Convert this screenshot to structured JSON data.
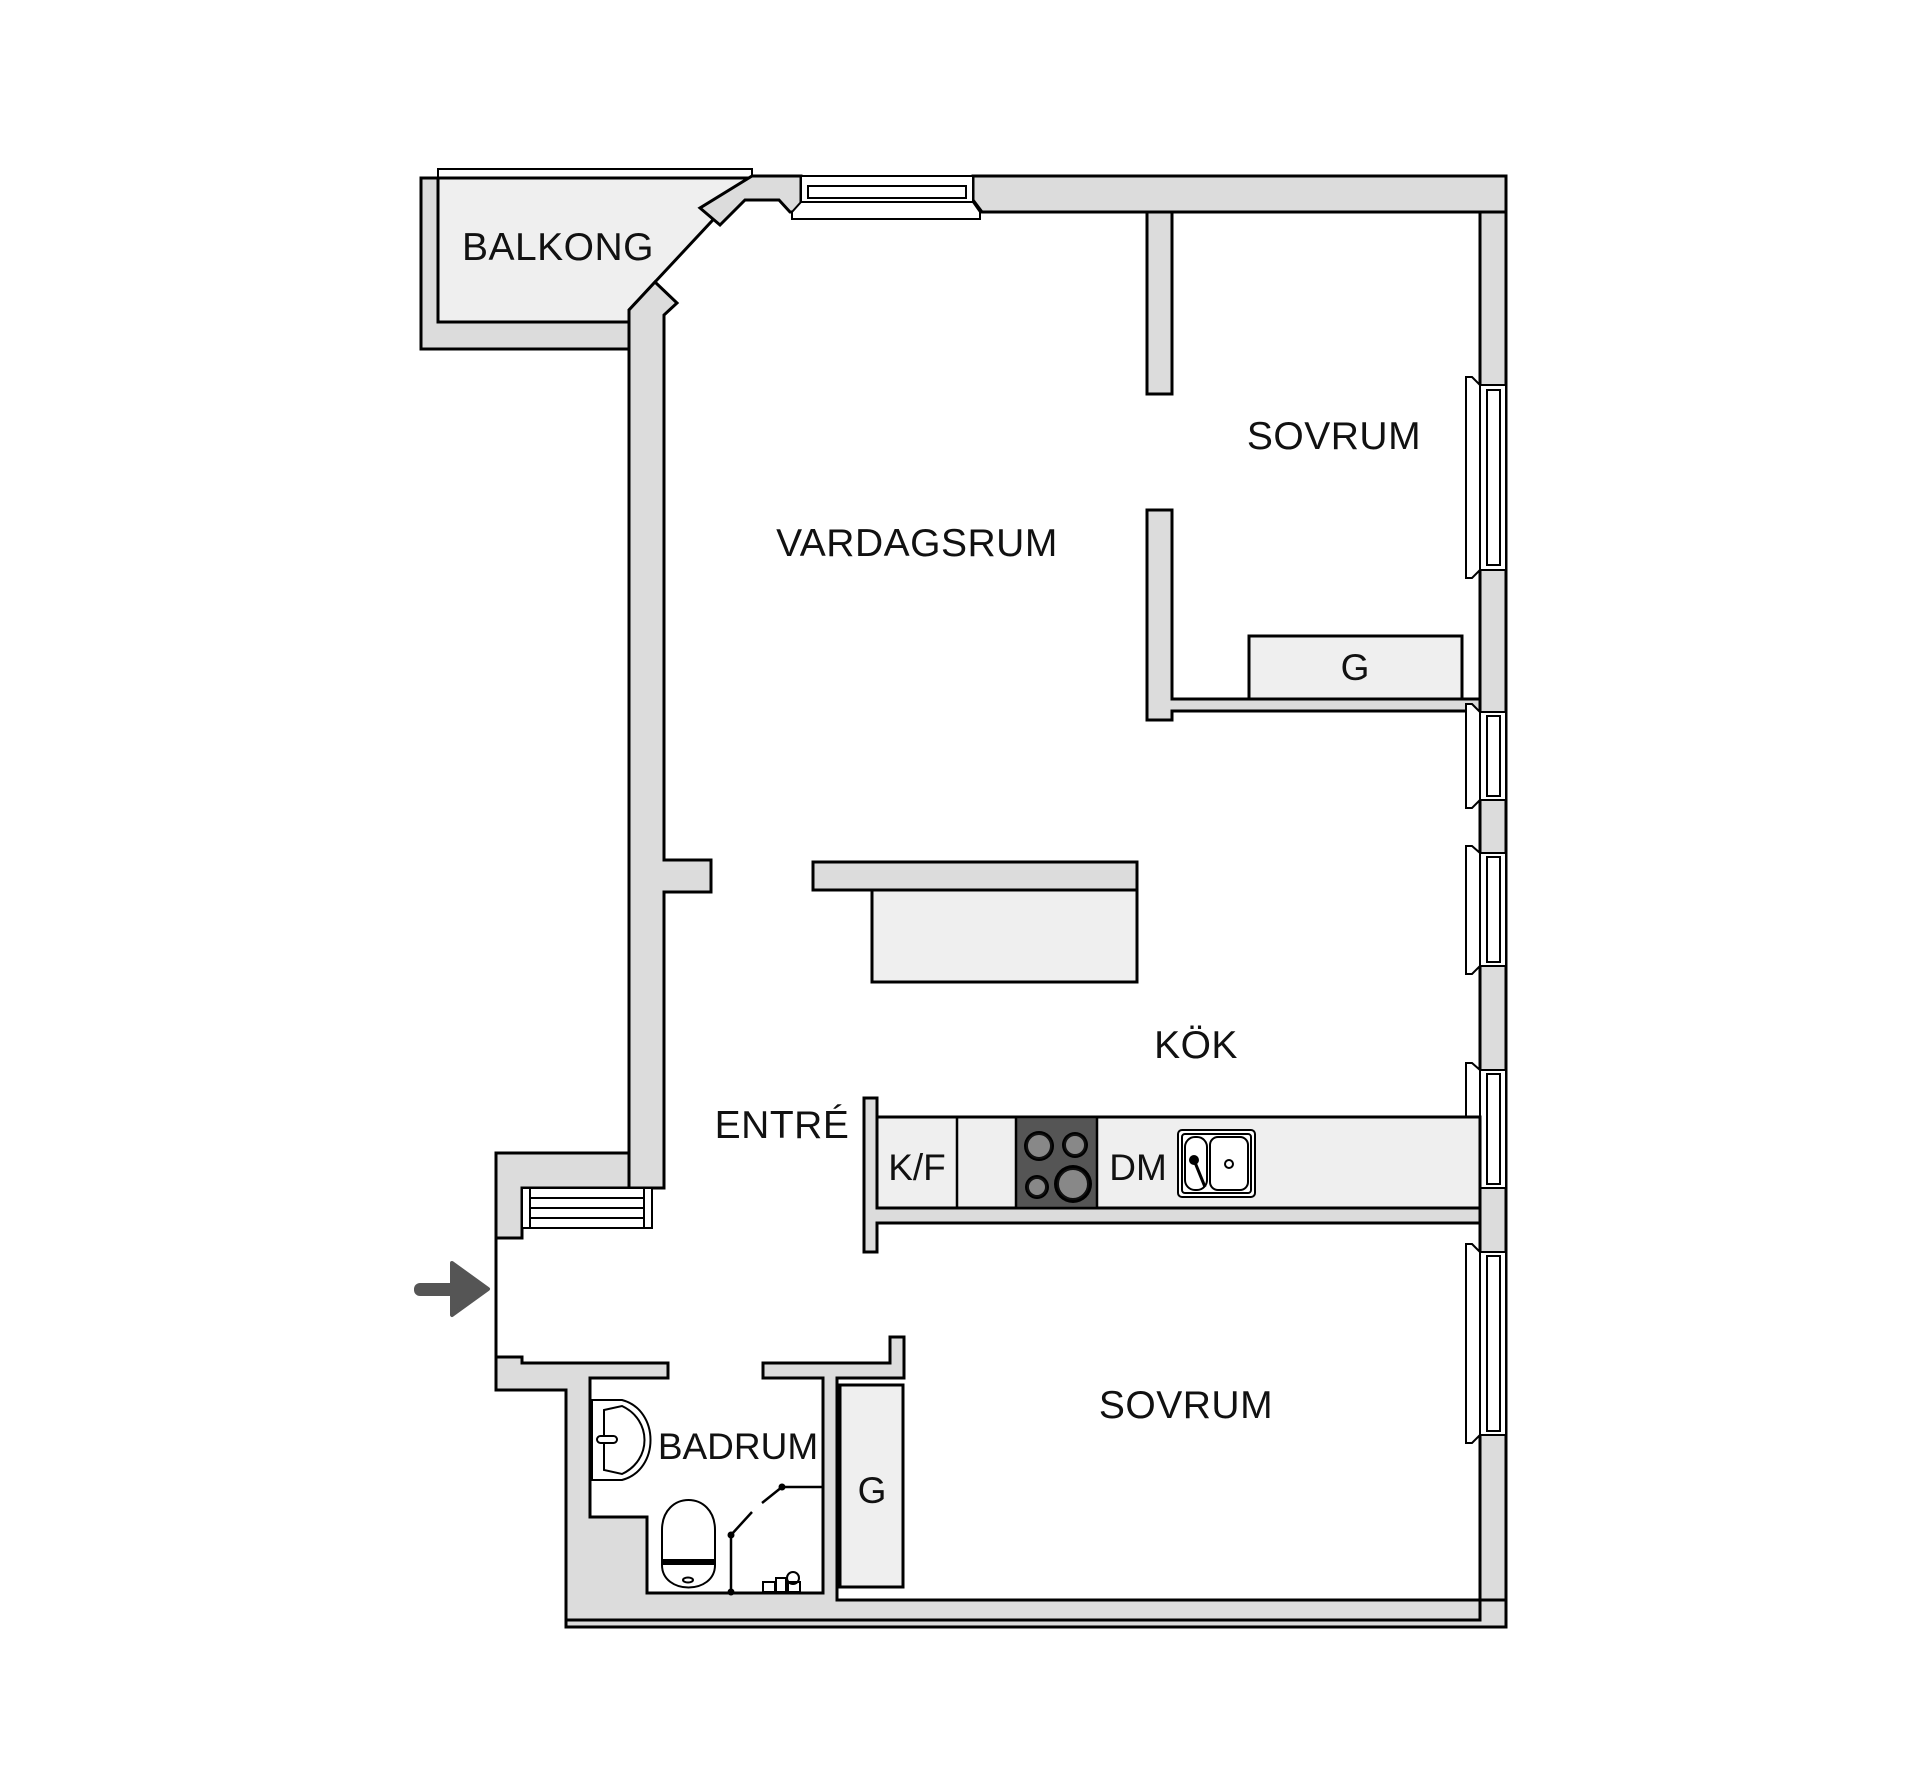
{
  "floorplan": {
    "rooms": [
      {
        "id": "balkong",
        "label": "BALKONG"
      },
      {
        "id": "vardagsrum",
        "label": "VARDAGSRUM"
      },
      {
        "id": "sovrum_1",
        "label": "SOVRUM"
      },
      {
        "id": "kok",
        "label": "KÖK"
      },
      {
        "id": "entre",
        "label": "ENTRÉ"
      },
      {
        "id": "badrum",
        "label": "BADRUM"
      },
      {
        "id": "sovrum_2",
        "label": "SOVRUM"
      }
    ],
    "fixtures": {
      "wardrobe_sovrum_1": "G",
      "wardrobe_hall": "G",
      "fridge_freezer": "K/F",
      "dishwasher": "DM"
    },
    "icons": {
      "entrance": "entrance-arrow-icon",
      "stove": "cooktop-icon",
      "sink": "kitchen-sink-icon",
      "toilet": "toilet-icon",
      "washbasin": "washbasin-icon",
      "shower": "shower-screen-icon",
      "washing_machine": "washing-machine-icon"
    },
    "colors": {
      "wall": "#dcdcdc",
      "fixture": "#efefef",
      "cooktop": "#555555",
      "arrow": "#555555",
      "line": "#000000"
    }
  }
}
